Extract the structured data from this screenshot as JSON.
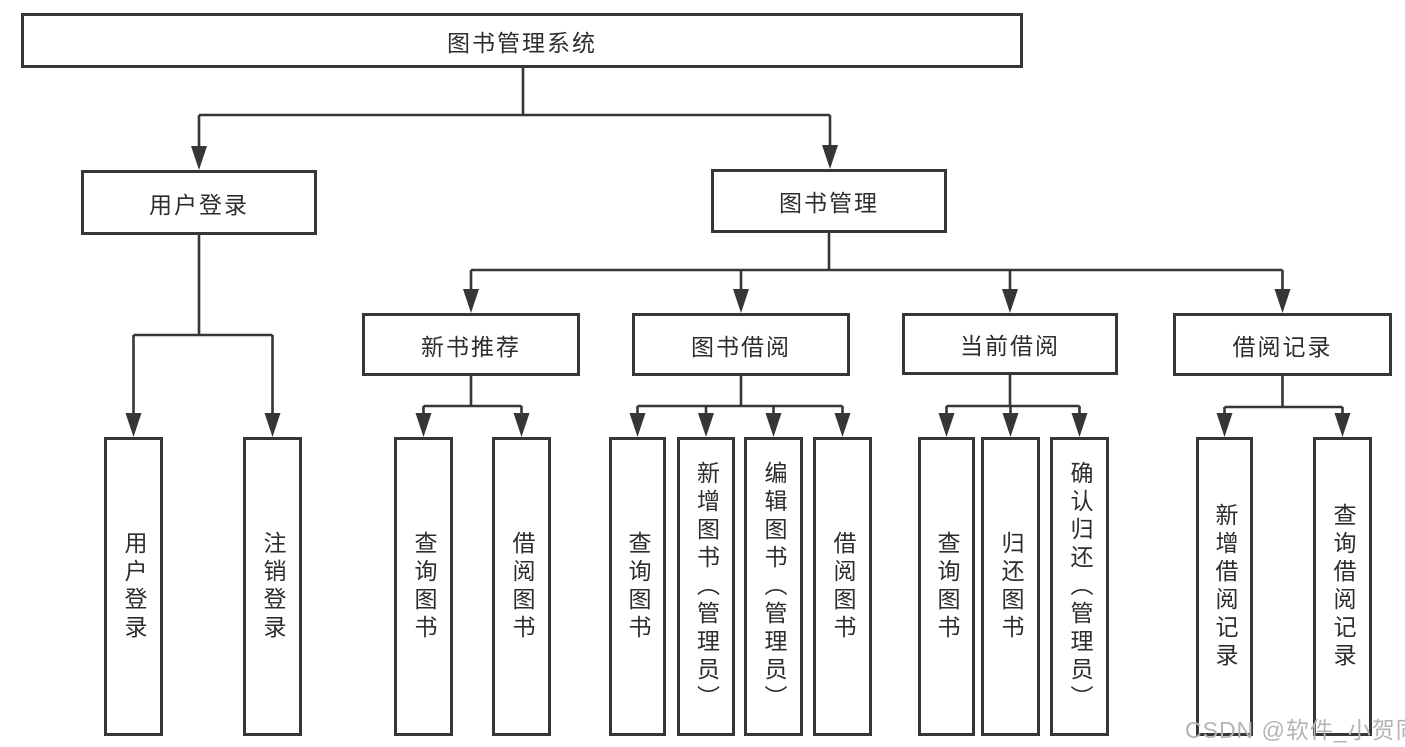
{
  "tree": {
    "root": {
      "label": "图书管理系统"
    },
    "branches": [
      {
        "label": "用户登录",
        "children": [
          {
            "label": "用户登录"
          },
          {
            "label": "注销登录"
          }
        ]
      },
      {
        "label": "图书管理",
        "children": [
          {
            "label": "新书推荐",
            "children": [
              {
                "label": "查询图书"
              },
              {
                "label": "借阅图书"
              }
            ]
          },
          {
            "label": "图书借阅",
            "children": [
              {
                "label": "查询图书"
              },
              {
                "label": "新增图书（管理员）"
              },
              {
                "label": "编辑图书（管理员）"
              },
              {
                "label": "借阅图书"
              }
            ]
          },
          {
            "label": "当前借阅",
            "children": [
              {
                "label": "查询图书"
              },
              {
                "label": "归还图书"
              },
              {
                "label": "确认归还（管理员）"
              }
            ]
          },
          {
            "label": "借阅记录",
            "children": [
              {
                "label": "新增借阅记录"
              },
              {
                "label": "查询借阅记录"
              }
            ]
          }
        ]
      }
    ]
  },
  "watermark": "CSDN @软件_小贺同学",
  "colors": {
    "line": "#363636",
    "box_border": "#363636",
    "text": "#2d2d2d",
    "watermark": "#b4b4b4",
    "background": "#ffffff"
  }
}
